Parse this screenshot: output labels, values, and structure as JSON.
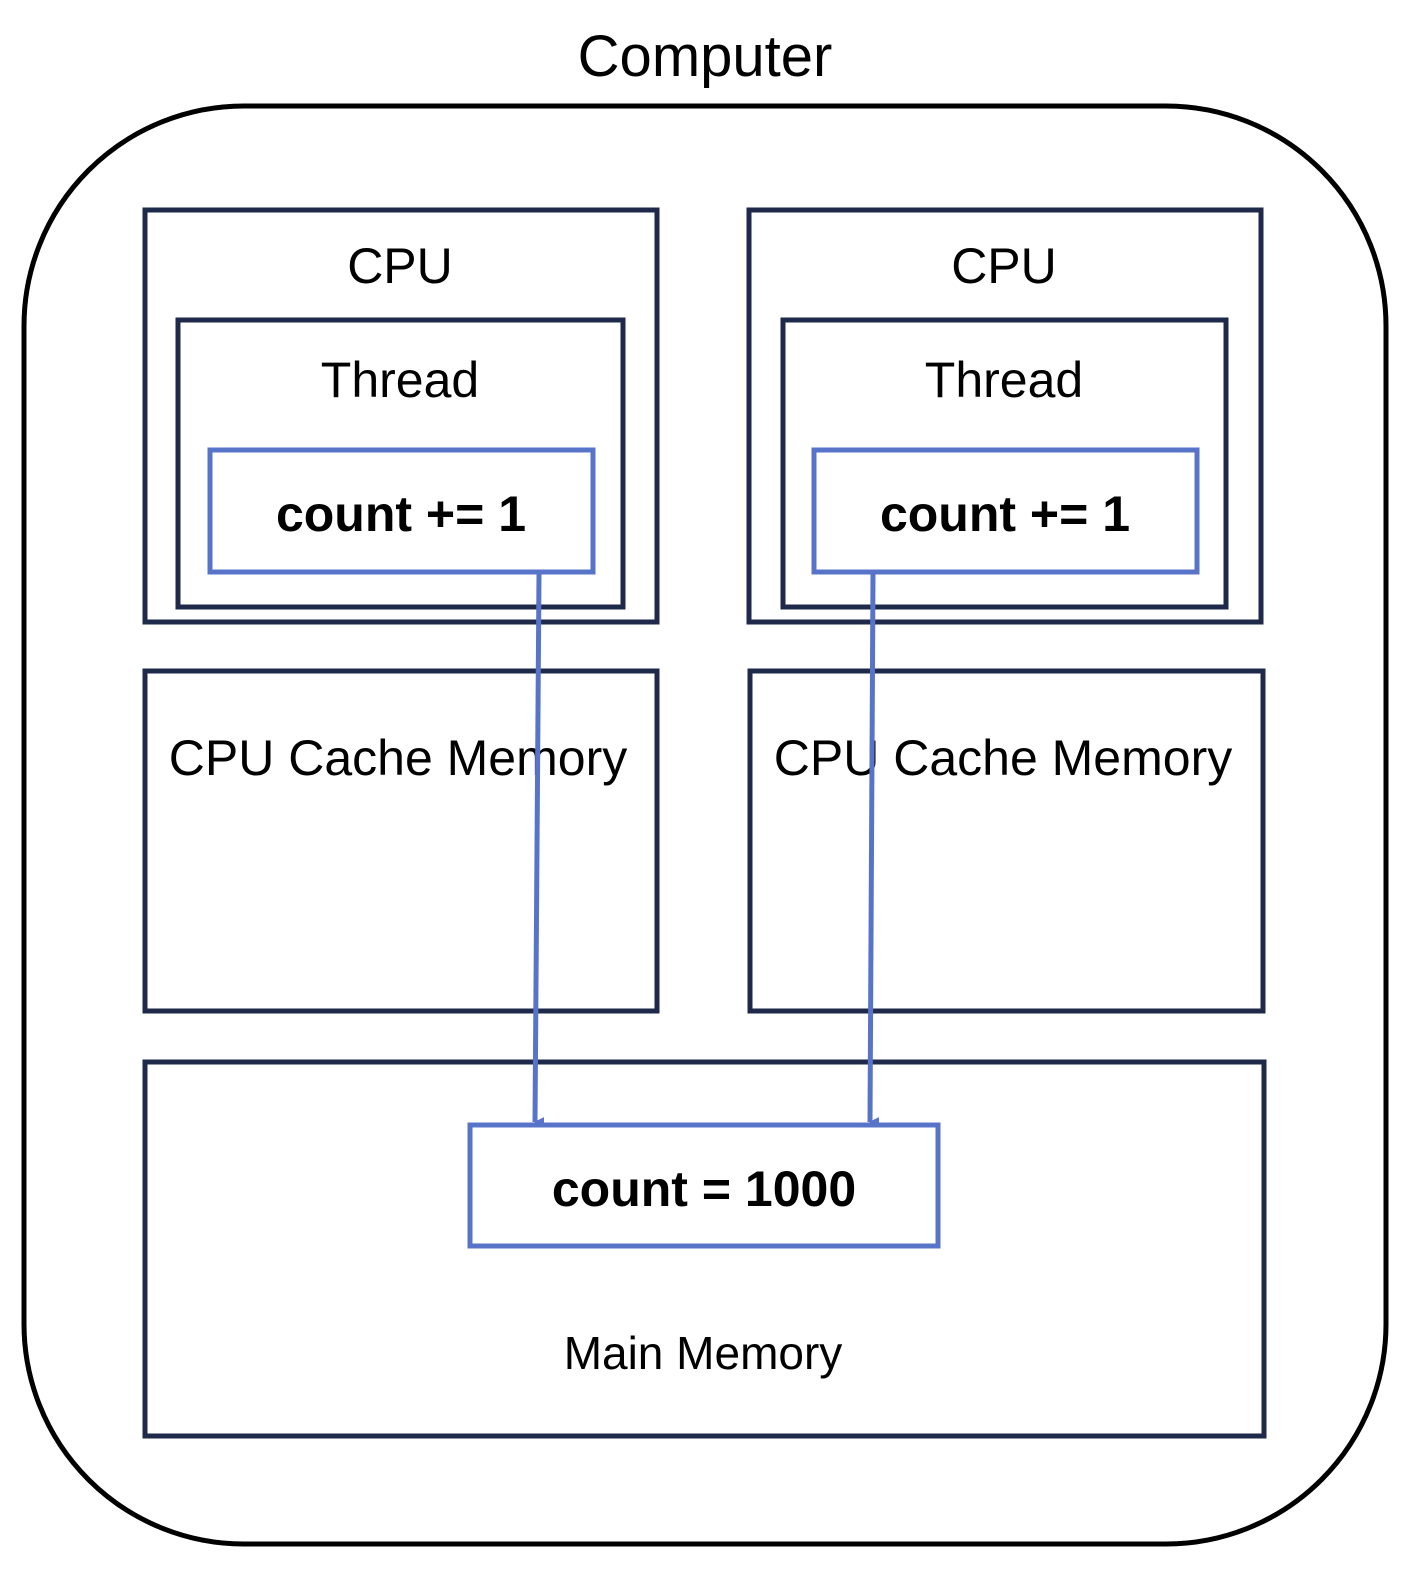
{
  "title": "Computer",
  "cpus": [
    {
      "label": "CPU",
      "thread": {
        "label": "Thread",
        "operation": "count += 1"
      },
      "cache": {
        "label": "CPU Cache Memory"
      }
    },
    {
      "label": "CPU",
      "thread": {
        "label": "Thread",
        "operation": "count += 1"
      },
      "cache": {
        "label": "CPU Cache Memory"
      }
    }
  ],
  "main_memory": {
    "label": "Main Memory",
    "variable": "count = 1000"
  },
  "colors": {
    "frame": "#000000",
    "box": "#1f2a4a",
    "accent": "#5874c8"
  }
}
